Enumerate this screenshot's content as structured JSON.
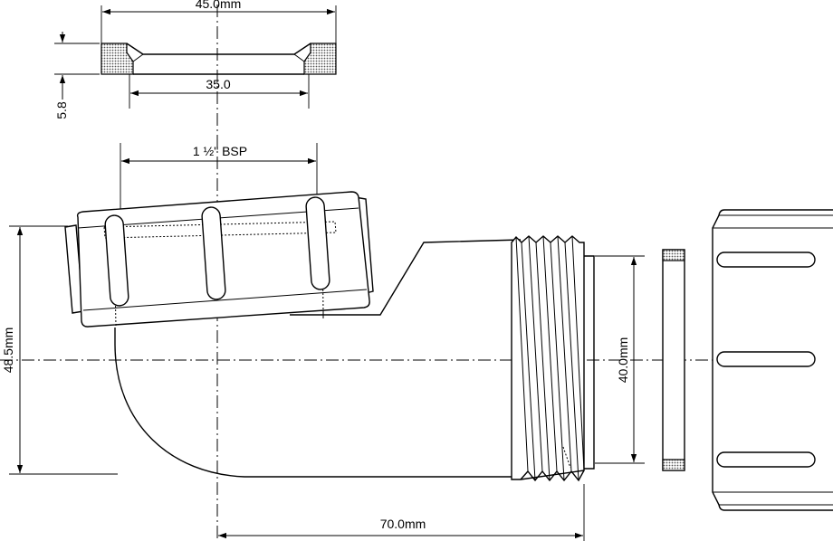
{
  "dimensions": {
    "washer_outer_diameter": "45.0mm",
    "washer_inner_diameter": "35.0",
    "washer_thickness": "5.8",
    "inlet_thread": "1 ½\" BSP",
    "body_height": "48.5mm",
    "outlet_diameter": "40.0mm",
    "body_length": "70.0mm"
  },
  "colors": {
    "line": "#000000",
    "background": "#ffffff",
    "hatch": "#555555"
  }
}
